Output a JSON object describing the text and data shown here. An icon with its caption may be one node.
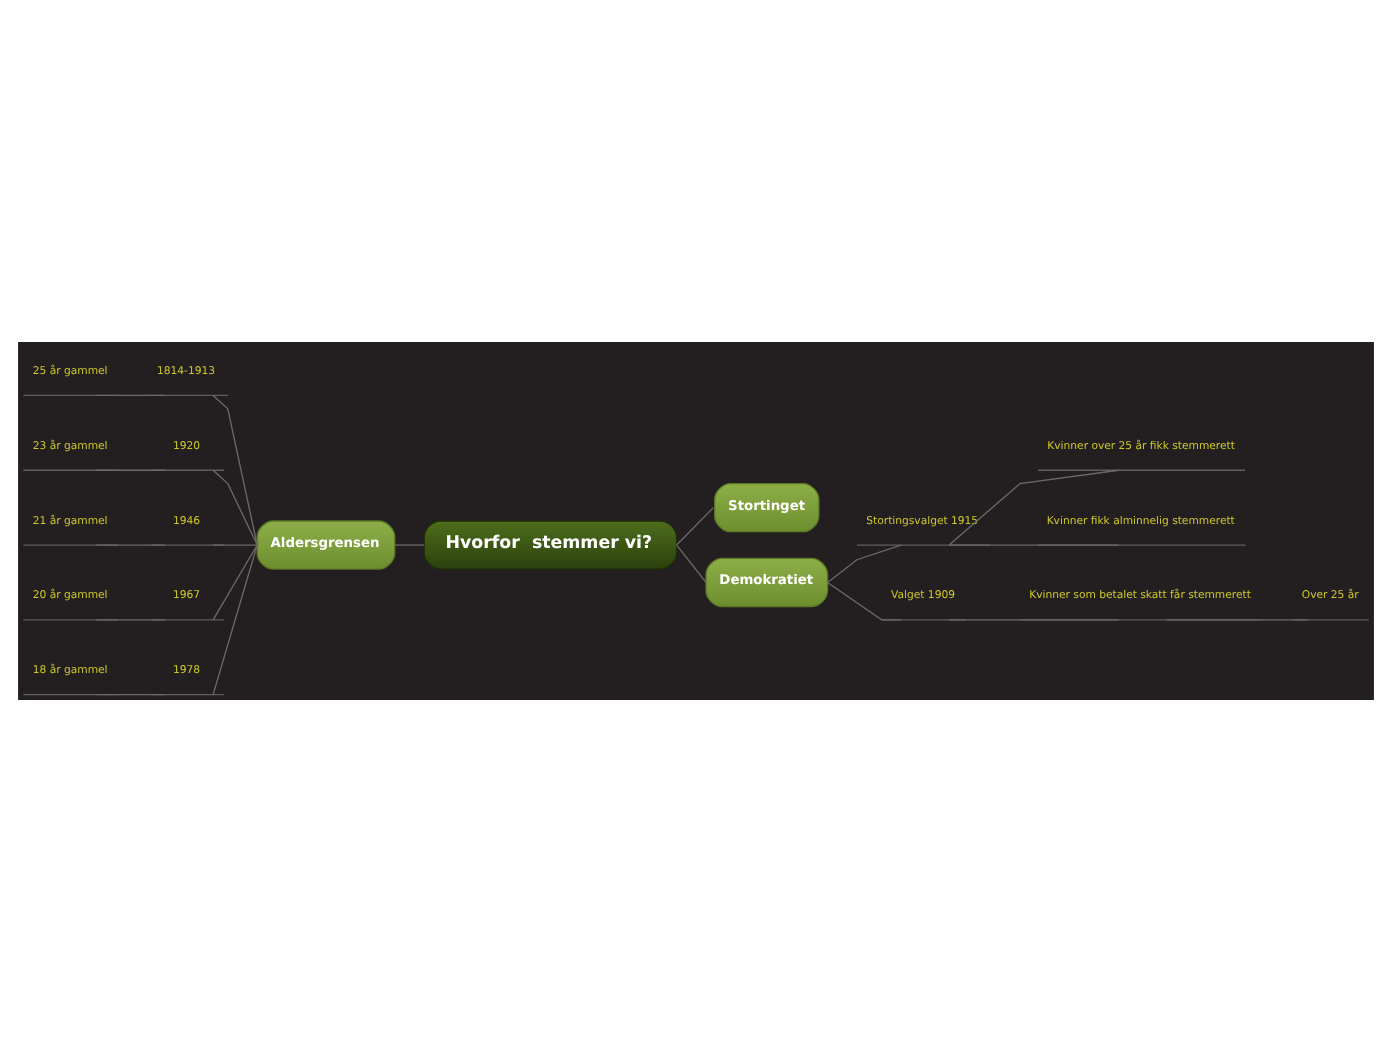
{
  "diagram": {
    "nodes": [
      {
        "text": [
          "Hvorfor  stemmer vi?"
        ]
      },
      {
        "text": [
          "Aldersgrensen"
        ]
      },
      {
        "text": [
          "1814-1913"
        ]
      },
      {
        "text": [
          "25 år gammel"
        ]
      },
      {
        "text": [
          "1920"
        ]
      },
      {
        "text": [
          "23 år gammel"
        ]
      },
      {
        "text": [
          "1946"
        ]
      },
      {
        "text": [
          "21 år gammel"
        ]
      },
      {
        "text": [
          "1967"
        ]
      },
      {
        "text": [
          "20 år gammel"
        ]
      },
      {
        "text": [
          "1978"
        ]
      },
      {
        "text": [
          "18 år gammel"
        ]
      },
      {
        "text": [
          "Stortinget"
        ]
      },
      {
        "text": [
          "Demokratiet"
        ]
      },
      {
        "text": [
          "Stortingsvalget 1915"
        ]
      },
      {
        "text": [
          "Kvinner over 25 år fikk stemmerett"
        ]
      },
      {
        "text": [
          "Kvinner fikk alminnelig stemmerett"
        ]
      },
      {
        "text": [
          "Valget 1909"
        ]
      },
      {
        "text": [
          "Kvinner som betalet skatt får stemmerett"
        ]
      },
      {
        "text": [
          "Over 25 år"
        ]
      }
    ],
    "edges": [
      {
        "from": 0,
        "to": 1,
        "arrow": "none"
      },
      {
        "from": 1,
        "to": 2,
        "arrow": "none"
      },
      {
        "from": 2,
        "to": 3,
        "arrow": "none"
      },
      {
        "from": 1,
        "to": 4,
        "arrow": "none"
      },
      {
        "from": 4,
        "to": 5,
        "arrow": "none"
      },
      {
        "from": 1,
        "to": 6,
        "arrow": "none"
      },
      {
        "from": 6,
        "to": 7,
        "arrow": "none"
      },
      {
        "from": 1,
        "to": 8,
        "arrow": "none"
      },
      {
        "from": 8,
        "to": 9,
        "arrow": "none"
      },
      {
        "from": 1,
        "to": 10,
        "arrow": "none"
      },
      {
        "from": 10,
        "to": 11,
        "arrow": "none"
      },
      {
        "from": 0,
        "to": 12,
        "arrow": "none"
      },
      {
        "from": 0,
        "to": 13,
        "arrow": "none"
      },
      {
        "from": 13,
        "to": 14,
        "arrow": "none"
      },
      {
        "from": 14,
        "to": 15,
        "arrow": "none"
      },
      {
        "from": 14,
        "to": 16,
        "arrow": "none"
      },
      {
        "from": 13,
        "to": 17,
        "arrow": "none"
      },
      {
        "from": 17,
        "to": 18,
        "arrow": "none"
      },
      {
        "from": 18,
        "to": 19,
        "arrow": "none"
      }
    ]
  }
}
